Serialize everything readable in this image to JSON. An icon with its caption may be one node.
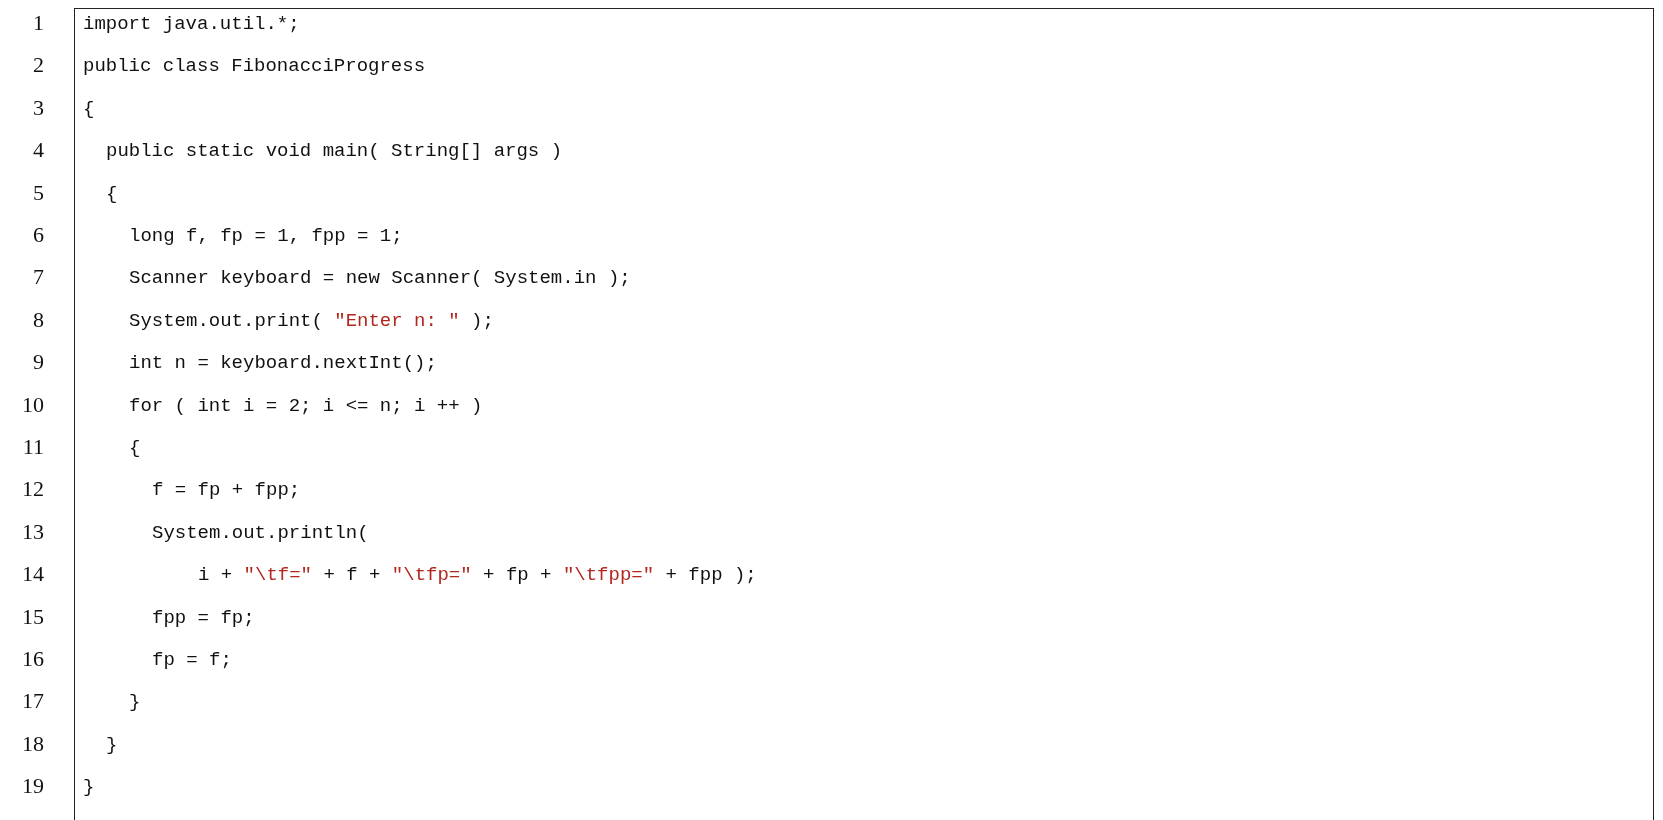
{
  "diagram": {
    "nodes": [
      {
        "text": [
          "import java.util.*;",
          "public class FibonacciProgress",
          "{",
          "public static void main( String[] args )",
          "{",
          "long f, fp = 1, fpp = 1;",
          "Scanner keyboard = new Scanner( System.in );",
          "System.out.print( \"Enter n: \" );",
          "int n = keyboard.nextInt();",
          "for ( int i = 2; i <= n; i ++ )",
          "{",
          "f = fp + fpp;",
          "System.out.println(",
          "i + \"\\tf=\" + f + \"\\tfp=\" + fp + \"\\tfpp=\" + fpp );",
          "fpp = fp;",
          "fp = f;",
          "}",
          "}",
          "}"
        ]
      }
    ],
    "labels": [
      "1",
      "2",
      "3",
      "4",
      "5",
      "6",
      "7",
      "8",
      "9",
      "10",
      "11",
      "12",
      "13",
      "14",
      "15",
      "16",
      "17",
      "18",
      "19"
    ]
  }
}
